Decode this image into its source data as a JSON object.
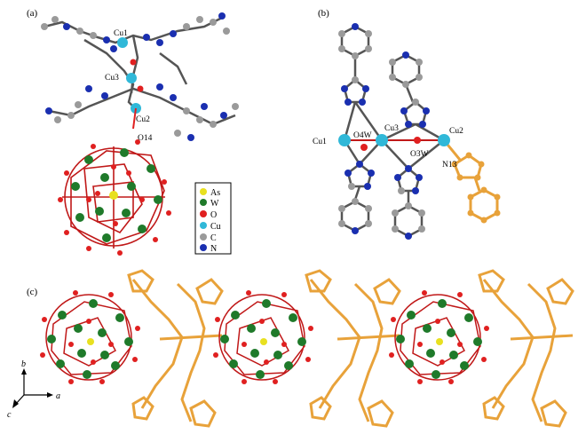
{
  "panels": {
    "a": {
      "label": "(a)",
      "atoms": [
        "Cu1",
        "Cu3",
        "Cu2",
        "O14"
      ]
    },
    "b": {
      "label": "(b)",
      "atoms": [
        "Cu1",
        "O4W",
        "Cu3",
        "Cu2",
        "O3W",
        "N13"
      ]
    },
    "c": {
      "label": "(c)",
      "axes": {
        "b": "b",
        "a": "a",
        "c": "c"
      }
    }
  },
  "legend": {
    "items": [
      {
        "label": "As",
        "color": "#e8e020"
      },
      {
        "label": "W",
        "color": "#1f7a2a"
      },
      {
        "label": "O",
        "color": "#e02020"
      },
      {
        "label": "Cu",
        "color": "#30b8d8"
      },
      {
        "label": "C",
        "color": "#9a9a9a"
      },
      {
        "label": "N",
        "color": "#1a2fb0"
      }
    ]
  },
  "colors": {
    "tungsten": "#1f7a2a",
    "oxygen": "#e02020",
    "arsenic": "#e8e020",
    "copper": "#30b8d8",
    "carbon": "#9a9a9a",
    "nitrogen": "#1a2fb0",
    "ligand_orange": "#e8a23a"
  }
}
